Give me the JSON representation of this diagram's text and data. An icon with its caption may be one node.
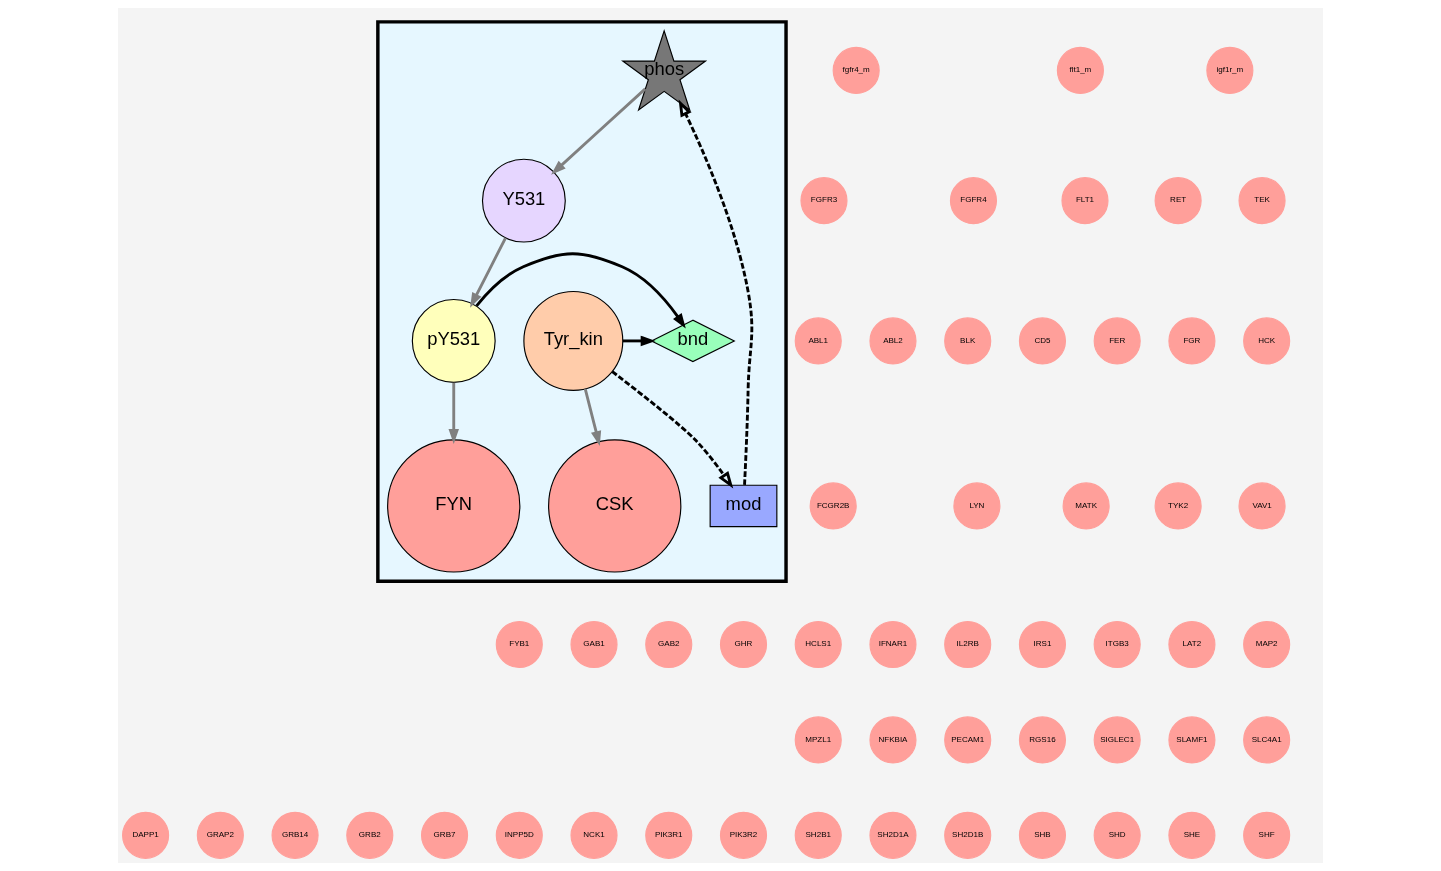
{
  "diagram": {
    "nodes": [
      {
        "text": [],
        "shape": "box"
      },
      {
        "text": [
          "phos"
        ],
        "in": 0
      },
      {
        "text": [
          "mod"
        ],
        "in": 0
      },
      {
        "text": [
          "Y531"
        ],
        "in": 0
      },
      {
        "text": [
          "Tyr_kin"
        ],
        "in": 0
      },
      {
        "text": [
          "bnd"
        ],
        "in": 0
      },
      {
        "text": [
          "pY531"
        ],
        "in": 0
      },
      {
        "text": [
          "CSK"
        ],
        "in": 0
      },
      {
        "text": [
          "FYN"
        ],
        "in": 0
      },
      {
        "text": [
          "fgfr4_m"
        ]
      },
      {
        "text": [
          "flt1_m"
        ]
      },
      {
        "text": [
          "igf1r_m"
        ]
      },
      {
        "text": [
          "FGFR3"
        ]
      },
      {
        "text": [
          "FGFR4"
        ]
      },
      {
        "text": [
          "FLT1"
        ]
      },
      {
        "text": [
          "RET"
        ]
      },
      {
        "text": [
          "TEK"
        ]
      },
      {
        "text": [
          "ABL1"
        ]
      },
      {
        "text": [
          "ABL2"
        ]
      },
      {
        "text": [
          "BLK"
        ]
      },
      {
        "text": [
          "CD5"
        ]
      },
      {
        "text": [
          "FER"
        ]
      },
      {
        "text": [
          "FGR"
        ]
      },
      {
        "text": [
          "HCK"
        ]
      },
      {
        "text": [
          "FCGR2B"
        ]
      },
      {
        "text": [
          "LYN"
        ]
      },
      {
        "text": [
          "MATK"
        ]
      },
      {
        "text": [
          "TYK2"
        ]
      },
      {
        "text": [
          "VAV1"
        ]
      },
      {
        "text": [
          "FYB1"
        ]
      },
      {
        "text": [
          "GAB1"
        ]
      },
      {
        "text": [
          "GAB2"
        ]
      },
      {
        "text": [
          "GHR"
        ]
      },
      {
        "text": [
          "HCLS1"
        ]
      },
      {
        "text": [
          "IFNAR1"
        ]
      },
      {
        "text": [
          "IL2RB"
        ]
      },
      {
        "text": [
          "IRS1"
        ]
      },
      {
        "text": [
          "ITGB3"
        ]
      },
      {
        "text": [
          "LAT2"
        ]
      },
      {
        "text": [
          "MAP2"
        ]
      },
      {
        "text": [
          "MPZL1"
        ]
      },
      {
        "text": [
          "NFKBIA"
        ]
      },
      {
        "text": [
          "PECAM1"
        ]
      },
      {
        "text": [
          "RGS16"
        ]
      },
      {
        "text": [
          "SIGLEC1"
        ]
      },
      {
        "text": [
          "SLAMF1"
        ]
      },
      {
        "text": [
          "SLC4A1"
        ]
      },
      {
        "text": [
          "DAPP1"
        ]
      },
      {
        "text": [
          "GRAP2"
        ]
      },
      {
        "text": [
          "GRB14"
        ]
      },
      {
        "text": [
          "GRB2"
        ]
      },
      {
        "text": [
          "GRB7"
        ]
      },
      {
        "text": [
          "INPP5D"
        ]
      },
      {
        "text": [
          "NCK1"
        ]
      },
      {
        "text": [
          "PIK3R1"
        ]
      },
      {
        "text": [
          "PIK3R2"
        ]
      },
      {
        "text": [
          "SH2B1"
        ]
      },
      {
        "text": [
          "SH2D1A"
        ]
      },
      {
        "text": [
          "SH2D1B"
        ]
      },
      {
        "text": [
          "SHB"
        ]
      },
      {
        "text": [
          "SHD"
        ]
      },
      {
        "text": [
          "SHE"
        ]
      },
      {
        "text": [
          "SHF"
        ]
      }
    ],
    "edges": [
      {
        "from": 4,
        "to": 7,
        "arrow": "to",
        "color": "#808080"
      },
      {
        "from": 4,
        "to": 2,
        "arrow": "to",
        "style": "dashed",
        "color": "#000000"
      },
      {
        "from": 2,
        "to": 1,
        "arrow": "to",
        "style": "dashed",
        "color": "#000000"
      },
      {
        "from": 1,
        "to": 3,
        "arrow": "to",
        "color": "#808080"
      },
      {
        "from": 3,
        "to": 6,
        "arrow": "to",
        "color": "#808080"
      },
      {
        "from": 6,
        "to": 8,
        "arrow": "to",
        "color": "#808080"
      },
      {
        "from": 4,
        "to": 5,
        "arrow": "to",
        "color": "#000000"
      },
      {
        "from": 6,
        "to": 5,
        "arrow": "to",
        "color": "#000000"
      }
    ]
  }
}
